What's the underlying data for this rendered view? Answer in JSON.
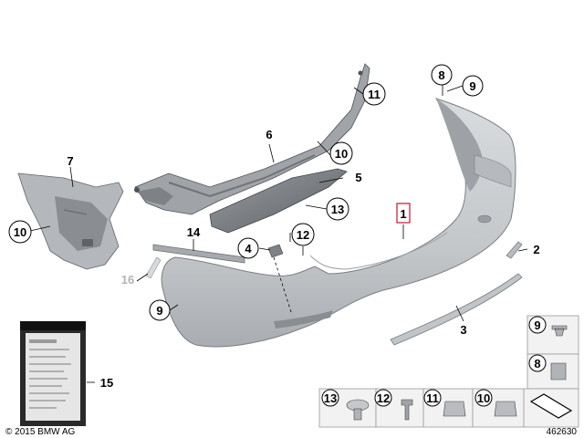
{
  "diagram": {
    "callouts": {
      "c1": "1",
      "c2": "2",
      "c3": "3",
      "c4": "4",
      "c5": "5",
      "c6": "6",
      "c7": "7",
      "c8": "8",
      "c9a": "9",
      "c9b": "9",
      "c10a": "10",
      "c10b": "10",
      "c11": "11",
      "c12": "12",
      "c13": "13",
      "c14": "14",
      "c15": "15",
      "c16": "16"
    },
    "legend": {
      "l9": "9",
      "l8": "8",
      "l13": "13",
      "l12": "12",
      "l11": "11",
      "l10": "10"
    },
    "copyright": "© 2015 BMW AG",
    "diagram_number": "462630"
  },
  "colors": {
    "part_fill": "#c8cbce",
    "part_dark": "#8e9296",
    "part_shadow": "#6f7377",
    "highlight_box": "#c0182b"
  }
}
